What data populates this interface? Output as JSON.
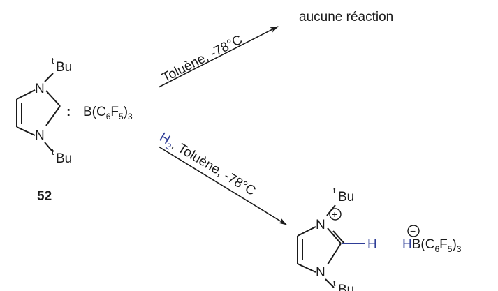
{
  "scheme": {
    "result_top": "aucune réaction",
    "compound_number": "52",
    "colon": ":",
    "tbu_t": "t",
    "tbu_bu": "Bu",
    "N": "N",
    "H": "H",
    "borane_B": "B(C",
    "borane_C_sub": "6",
    "borane_F": "F",
    "borane_F_sub": "5",
    "borane_close": ")",
    "borane_close_sub": "3",
    "hydride_H": "H",
    "cond_top": "Toluène, -78°C",
    "cond_bottom_H": "H",
    "cond_bottom_H_sub": "2",
    "cond_bottom_rest": ", Toluène, -78°C",
    "plus_sign": "+",
    "minus_sign": "−",
    "colors": {
      "hydrogen_blue": "#2e3d97",
      "ink": "#1a1a1a"
    }
  }
}
